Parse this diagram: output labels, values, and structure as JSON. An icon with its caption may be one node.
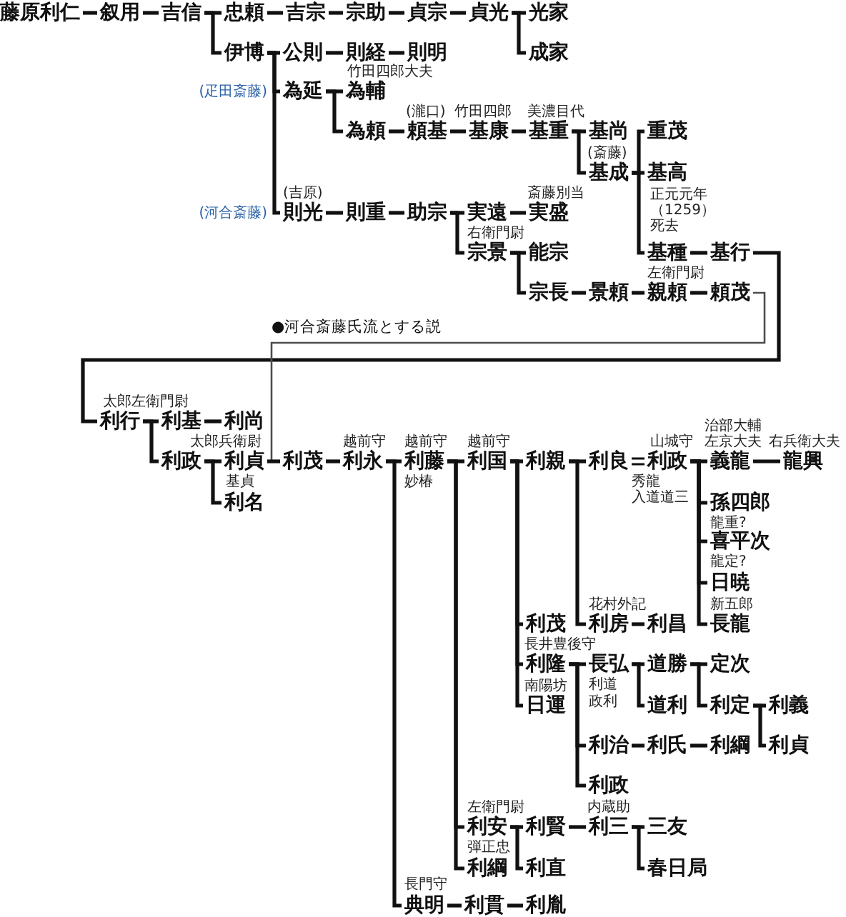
{
  "diagram": {
    "nodes": [
      {
        "text": [
          "藤原利仁"
        ]
      },
      {
        "text": [
          "叙用"
        ]
      },
      {
        "text": [
          "吉信"
        ]
      },
      {
        "text": [
          "忠頼"
        ]
      },
      {
        "text": [
          "吉宗"
        ]
      },
      {
        "text": [
          "宗助"
        ]
      },
      {
        "text": [
          "貞宗"
        ]
      },
      {
        "text": [
          "貞光"
        ]
      },
      {
        "text": [
          "光家"
        ]
      },
      {
        "text": [
          "伊博"
        ]
      },
      {
        "text": [
          "公則"
        ]
      },
      {
        "text": [
          "則経"
        ]
      },
      {
        "text": [
          "則明"
        ]
      },
      {
        "text": [
          "成家"
        ]
      },
      {
        "text": [
          "為延"
        ],
        "beside": [
          "(疋田斎藤)"
        ]
      },
      {
        "text": [
          "為輔"
        ],
        "beside": [
          "竹田四郎大夫"
        ]
      },
      {
        "text": [
          "為頼"
        ]
      },
      {
        "text": [
          "頼基"
        ],
        "beside": [
          "(瀧口)"
        ]
      },
      {
        "text": [
          "基康"
        ],
        "beside": [
          "竹田四郎"
        ]
      },
      {
        "text": [
          "基重"
        ],
        "beside": [
          "美濃目代"
        ]
      },
      {
        "text": [
          "基尚"
        ]
      },
      {
        "text": [
          "重茂"
        ]
      },
      {
        "text": [
          "基成"
        ],
        "beside": [
          "(斎藤)"
        ]
      },
      {
        "text": [
          "基高"
        ],
        "beside": [
          "正元元年（1259）死去"
        ]
      },
      {
        "text": [
          "則光"
        ],
        "beside": [
          "(吉原)",
          "(河合斎藤)"
        ]
      },
      {
        "text": [
          "則重"
        ]
      },
      {
        "text": [
          "助宗"
        ]
      },
      {
        "text": [
          "実遠"
        ]
      },
      {
        "text": [
          "実盛"
        ],
        "beside": [
          "斎藤別当"
        ]
      },
      {
        "text": [
          "宗景"
        ],
        "beside": [
          "右衛門尉"
        ]
      },
      {
        "text": [
          "能宗"
        ]
      },
      {
        "text": [
          "基種"
        ]
      },
      {
        "text": [
          "基行"
        ]
      },
      {
        "text": [
          "宗長"
        ]
      },
      {
        "text": [
          "景頼"
        ]
      },
      {
        "text": [
          "親頼"
        ],
        "beside": [
          "左衛門尉"
        ]
      },
      {
        "text": [
          "頼茂"
        ]
      },
      {
        "text": [
          "利行"
        ],
        "beside": [
          "太郎左衛門尉"
        ]
      },
      {
        "text": [
          "利基"
        ]
      },
      {
        "text": [
          "利尚"
        ]
      },
      {
        "text": [
          "利政"
        ]
      },
      {
        "text": [
          "利貞"
        ],
        "beside": [
          "太郎兵衛尉",
          "基貞"
        ]
      },
      {
        "text": [
          "利茂"
        ]
      },
      {
        "text": [
          "利永"
        ],
        "beside": [
          "越前守"
        ]
      },
      {
        "text": [
          "利藤"
        ],
        "beside": [
          "越前守",
          "妙椿"
        ]
      },
      {
        "text": [
          "利国"
        ],
        "beside": [
          "越前守"
        ]
      },
      {
        "text": [
          "利親"
        ]
      },
      {
        "text": [
          "利良"
        ]
      },
      {
        "text": [
          "利政"
        ],
        "beside": [
          "山城守",
          "秀龍",
          "入道道三"
        ]
      },
      {
        "text": [
          "義龍"
        ],
        "beside": [
          "治部大輔",
          "左京大夫"
        ]
      },
      {
        "text": [
          "龍興"
        ],
        "beside": [
          "右兵衛大夫"
        ]
      },
      {
        "text": [
          "利名"
        ]
      },
      {
        "text": [
          "孫四郎"
        ],
        "beside": [
          "龍重?"
        ]
      },
      {
        "text": [
          "喜平次"
        ],
        "beside": [
          "龍定?"
        ]
      },
      {
        "text": [
          "日暁"
        ]
      },
      {
        "text": [
          "利茂"
        ]
      },
      {
        "text": [
          "利房"
        ],
        "beside": [
          "花村外記"
        ]
      },
      {
        "text": [
          "利昌"
        ]
      },
      {
        "text": [
          "長龍"
        ],
        "beside": [
          "新五郎"
        ]
      },
      {
        "text": [
          "利隆"
        ],
        "beside": [
          "長井豊後守"
        ]
      },
      {
        "text": [
          "長弘"
        ],
        "beside": [
          "利道",
          "政利"
        ]
      },
      {
        "text": [
          "道勝"
        ]
      },
      {
        "text": [
          "定次"
        ]
      },
      {
        "text": [
          "日運"
        ],
        "beside": [
          "南陽坊"
        ]
      },
      {
        "text": [
          "道利"
        ]
      },
      {
        "text": [
          "利定"
        ]
      },
      {
        "text": [
          "利義"
        ]
      },
      {
        "text": [
          "利治"
        ]
      },
      {
        "text": [
          "利氏"
        ]
      },
      {
        "text": [
          "利綱"
        ]
      },
      {
        "text": [
          "利貞"
        ]
      },
      {
        "text": [
          "利政"
        ]
      },
      {
        "text": [
          "利安"
        ],
        "beside": [
          "左衛門尉"
        ]
      },
      {
        "text": [
          "利賢"
        ]
      },
      {
        "text": [
          "利三"
        ],
        "beside": [
          "内蔵助"
        ]
      },
      {
        "text": [
          "三友"
        ]
      },
      {
        "text": [
          "利綱"
        ],
        "beside": [
          "弾正忠"
        ]
      },
      {
        "text": [
          "利直"
        ]
      },
      {
        "text": [
          "春日局"
        ]
      },
      {
        "text": [
          "典明"
        ],
        "beside": [
          "長門守"
        ]
      },
      {
        "text": [
          "利貫"
        ]
      },
      {
        "text": [
          "利胤"
        ]
      }
    ],
    "edges": [
      {
        "from": 0,
        "to": 1,
        "arrow": "none"
      },
      {
        "from": 1,
        "to": 2,
        "arrow": "none"
      },
      {
        "from": 2,
        "to": 3,
        "arrow": "none"
      },
      {
        "from": 2,
        "to": 9,
        "arrow": "none"
      },
      {
        "from": 3,
        "to": 4,
        "arrow": "none"
      },
      {
        "from": 4,
        "to": 5,
        "arrow": "none"
      },
      {
        "from": 5,
        "to": 6,
        "arrow": "none"
      },
      {
        "from": 6,
        "to": 7,
        "arrow": "none"
      },
      {
        "from": 7,
        "to": 8,
        "arrow": "none"
      },
      {
        "from": 7,
        "to": 13,
        "arrow": "none"
      },
      {
        "from": 9,
        "to": 10,
        "arrow": "none"
      },
      {
        "from": 9,
        "to": 14,
        "arrow": "none"
      },
      {
        "from": 9,
        "to": 24,
        "arrow": "none"
      },
      {
        "from": 10,
        "to": 11,
        "arrow": "none"
      },
      {
        "from": 11,
        "to": 12,
        "arrow": "none"
      },
      {
        "from": 14,
        "to": 15,
        "arrow": "none"
      },
      {
        "from": 14,
        "to": 16,
        "arrow": "none"
      },
      {
        "from": 16,
        "to": 17,
        "arrow": "none"
      },
      {
        "from": 17,
        "to": 18,
        "arrow": "none"
      },
      {
        "from": 18,
        "to": 19,
        "arrow": "none"
      },
      {
        "from": 19,
        "to": 20,
        "arrow": "none"
      },
      {
        "from": 19,
        "to": 22,
        "arrow": "none"
      },
      {
        "from": 22,
        "to": 21,
        "arrow": "none"
      },
      {
        "from": 22,
        "to": 23,
        "arrow": "none"
      },
      {
        "from": 22,
        "to": 31,
        "arrow": "none"
      },
      {
        "from": 24,
        "to": 25,
        "arrow": "none"
      },
      {
        "from": 25,
        "to": 26,
        "arrow": "none"
      },
      {
        "from": 26,
        "to": 27,
        "arrow": "none"
      },
      {
        "from": 26,
        "to": 29,
        "arrow": "none"
      },
      {
        "from": 27,
        "to": 28,
        "arrow": "none"
      },
      {
        "from": 29,
        "to": 30,
        "arrow": "none"
      },
      {
        "from": 29,
        "to": 33,
        "arrow": "none"
      },
      {
        "from": 31,
        "to": 32,
        "arrow": "none"
      },
      {
        "from": 32,
        "to": 37,
        "arrow": "none"
      },
      {
        "from": 33,
        "to": 34,
        "arrow": "none"
      },
      {
        "from": 34,
        "to": 35,
        "arrow": "none"
      },
      {
        "from": 35,
        "to": 36,
        "arrow": "none"
      },
      {
        "from": 36,
        "to": 42,
        "arrow": "none",
        "label": "●河合斎藤氏流とする説",
        "color": "#4d4d4d"
      },
      {
        "from": 37,
        "to": 38,
        "arrow": "none"
      },
      {
        "from": 37,
        "to": 40,
        "arrow": "none"
      },
      {
        "from": 38,
        "to": 39,
        "arrow": "none"
      },
      {
        "from": 40,
        "to": 41,
        "arrow": "none"
      },
      {
        "from": 40,
        "to": 51,
        "arrow": "none"
      },
      {
        "from": 41,
        "to": 42,
        "arrow": "none"
      },
      {
        "from": 42,
        "to": 43,
        "arrow": "none"
      },
      {
        "from": 43,
        "to": 44,
        "arrow": "none"
      },
      {
        "from": 43,
        "to": 79,
        "arrow": "none"
      },
      {
        "from": 44,
        "to": 45,
        "arrow": "none"
      },
      {
        "from": 44,
        "to": 72,
        "arrow": "none"
      },
      {
        "from": 44,
        "to": 76,
        "arrow": "none"
      },
      {
        "from": 45,
        "to": 46,
        "arrow": "none"
      },
      {
        "from": 45,
        "to": 55,
        "arrow": "none"
      },
      {
        "from": 45,
        "to": 59,
        "arrow": "none"
      },
      {
        "from": 45,
        "to": 63,
        "arrow": "none"
      },
      {
        "from": 46,
        "to": 47,
        "arrow": "none"
      },
      {
        "from": 46,
        "to": 56,
        "arrow": "none"
      },
      {
        "from": 47,
        "to": 48,
        "arrow": "none"
      },
      {
        "from": 48,
        "to": 49,
        "arrow": "none"
      },
      {
        "from": 48,
        "to": 52,
        "arrow": "none"
      },
      {
        "from": 48,
        "to": 53,
        "arrow": "none"
      },
      {
        "from": 48,
        "to": 54,
        "arrow": "none"
      },
      {
        "from": 48,
        "to": 58,
        "arrow": "none"
      },
      {
        "from": 49,
        "to": 50,
        "arrow": "none"
      },
      {
        "from": 56,
        "to": 57,
        "arrow": "none"
      },
      {
        "from": 59,
        "to": 60,
        "arrow": "none"
      },
      {
        "from": 59,
        "to": 67,
        "arrow": "none"
      },
      {
        "from": 59,
        "to": 71,
        "arrow": "none"
      },
      {
        "from": 60,
        "to": 61,
        "arrow": "none"
      },
      {
        "from": 60,
        "to": 64,
        "arrow": "none"
      },
      {
        "from": 61,
        "to": 62,
        "arrow": "none"
      },
      {
        "from": 61,
        "to": 65,
        "arrow": "none"
      },
      {
        "from": 65,
        "to": 66,
        "arrow": "none"
      },
      {
        "from": 65,
        "to": 70,
        "arrow": "none"
      },
      {
        "from": 67,
        "to": 68,
        "arrow": "none"
      },
      {
        "from": 68,
        "to": 69,
        "arrow": "none"
      },
      {
        "from": 72,
        "to": 73,
        "arrow": "none"
      },
      {
        "from": 72,
        "to": 77,
        "arrow": "none"
      },
      {
        "from": 73,
        "to": 74,
        "arrow": "none"
      },
      {
        "from": 74,
        "to": 75,
        "arrow": "none"
      },
      {
        "from": 74,
        "to": 78,
        "arrow": "none"
      },
      {
        "from": 79,
        "to": 80,
        "arrow": "none"
      },
      {
        "from": 80,
        "to": 81,
        "arrow": "none"
      }
    ]
  }
}
